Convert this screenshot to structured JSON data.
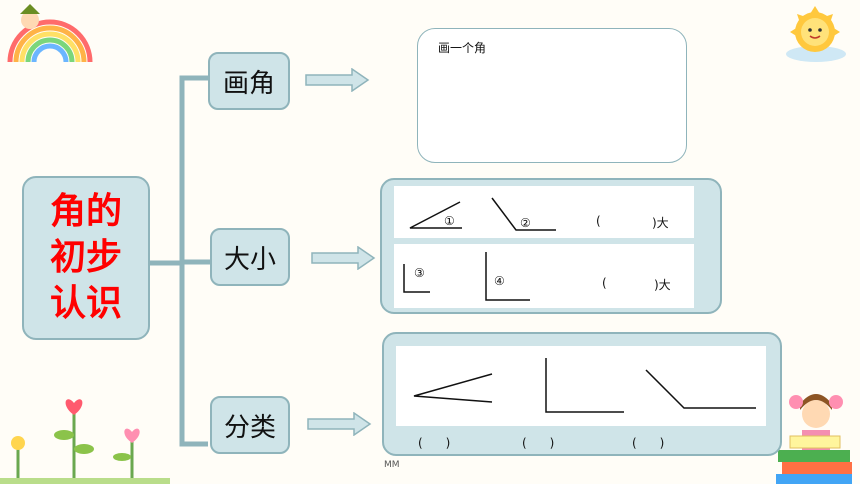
{
  "title": "角的初步认识",
  "branches": {
    "draw": "画角",
    "size": "大小",
    "classify": "分类"
  },
  "draw_box": {
    "prompt": "画一个角"
  },
  "size_panel": {
    "row1": {
      "angle1": "①",
      "angle2": "②",
      "answer_open": "(",
      "answer_close": ")大"
    },
    "row2": {
      "angle3": "③",
      "angle4": "④",
      "answer_open": "(",
      "answer_close": ")大"
    }
  },
  "classify_panel": {
    "blank1": "(      )",
    "blank2": "(      )",
    "blank3": "(      )"
  },
  "footer_mark": "MM"
}
